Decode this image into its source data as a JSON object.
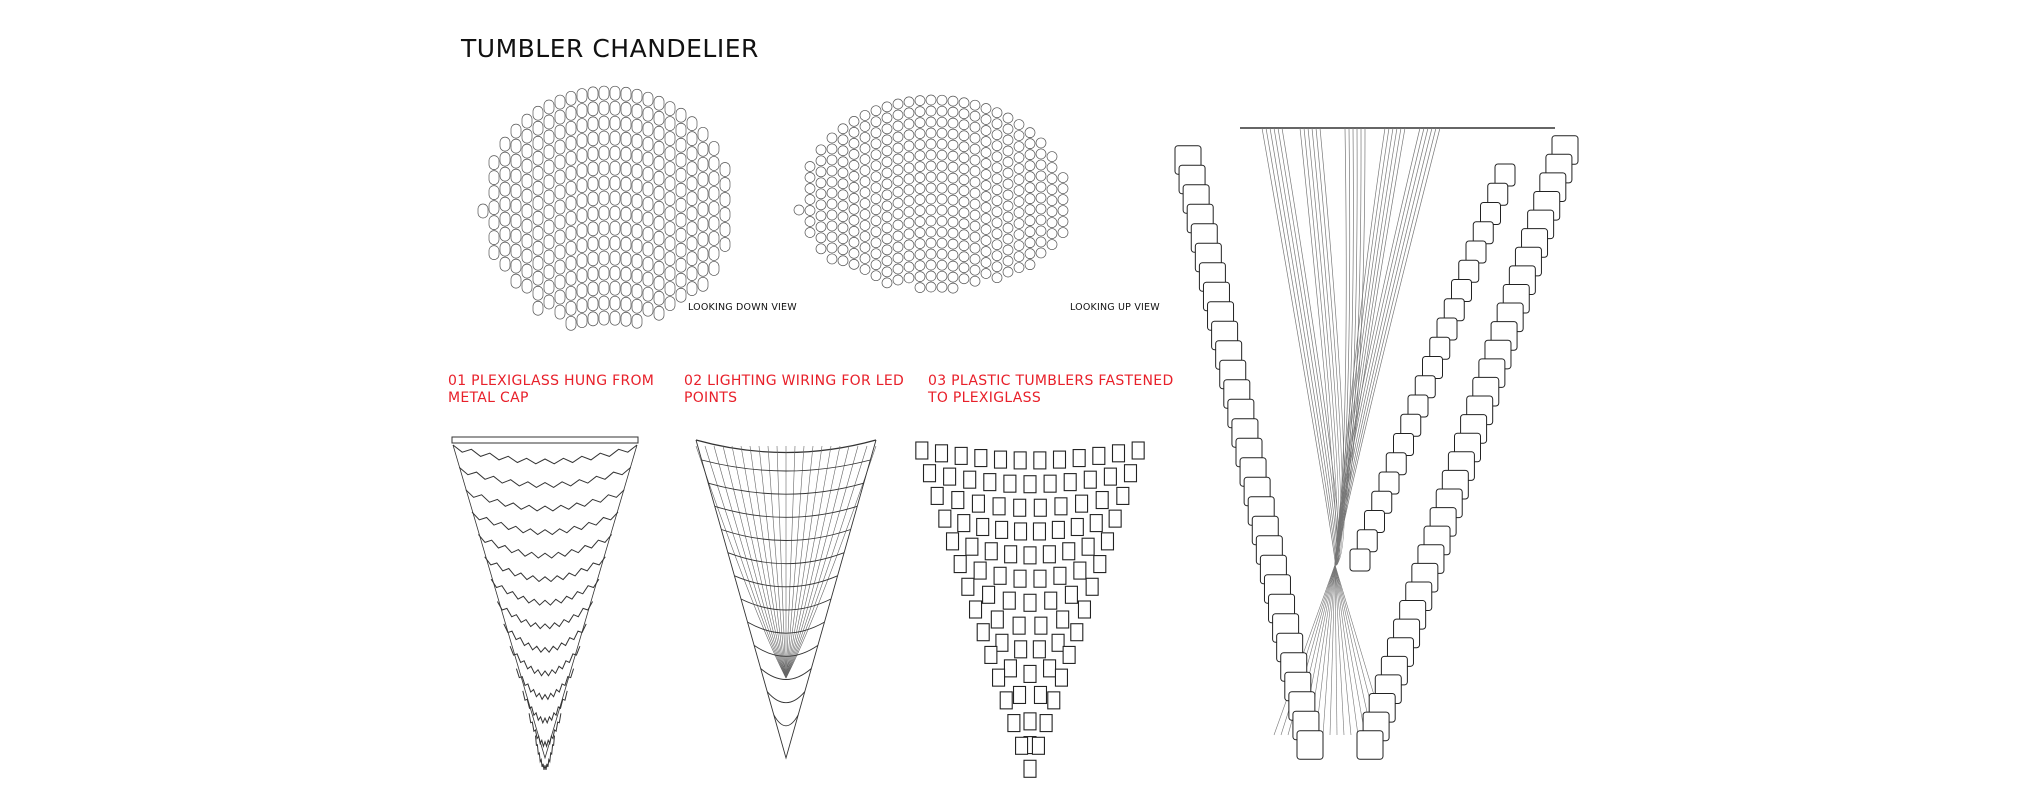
{
  "title": "TUMBLER CHANDELIER",
  "plan_views": [
    {
      "id": "looking-down",
      "label": "LOOKING DOWN VIEW"
    },
    {
      "id": "looking-up",
      "label": "LOOKING UP VIEW"
    }
  ],
  "steps": [
    {
      "line1": "01 PLEXIGLASS HUNG FROM",
      "line2": "METAL CAP"
    },
    {
      "line1": "02 LIGHTING WIRING FOR LED",
      "line2": "POINTS"
    },
    {
      "line1": "03 PLASTIC TUMBLERS FASTENED",
      "line2": "TO PLEXIGLASS"
    }
  ],
  "colors": {
    "accent": "#e8202a",
    "line": "#333333",
    "text": "#111111"
  }
}
